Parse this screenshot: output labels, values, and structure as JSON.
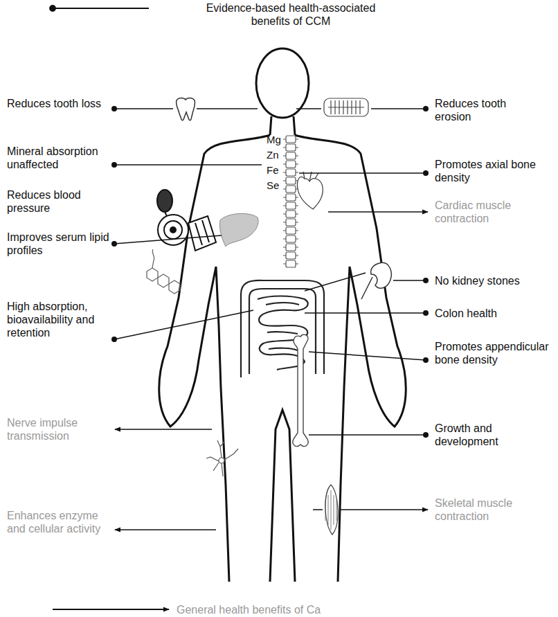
{
  "diagram": {
    "labels": [
      "Reduces tooth loss",
      "Reduces tooth erosion",
      "Mineral absorption unaffected",
      "Mg",
      "Zn",
      "Fe",
      "Se",
      "Promotes axial bone density",
      "Reduces blood pressure",
      "Cardiac muscle contraction",
      "Improves serum lipid profiles",
      "No kidney stones",
      "Colon health",
      "High absorption, bioavailability and retention",
      "Promotes appendicular bone density",
      "Nerve impulse transmission",
      "Growth and development",
      "Enhances enzyme and cellular activity",
      "Skeletal muscle contraction"
    ],
    "legend": [
      {
        "text": "Evidence-based health-associated benefits of CCM"
      },
      {
        "text": "General health benefits of Ca"
      }
    ]
  }
}
